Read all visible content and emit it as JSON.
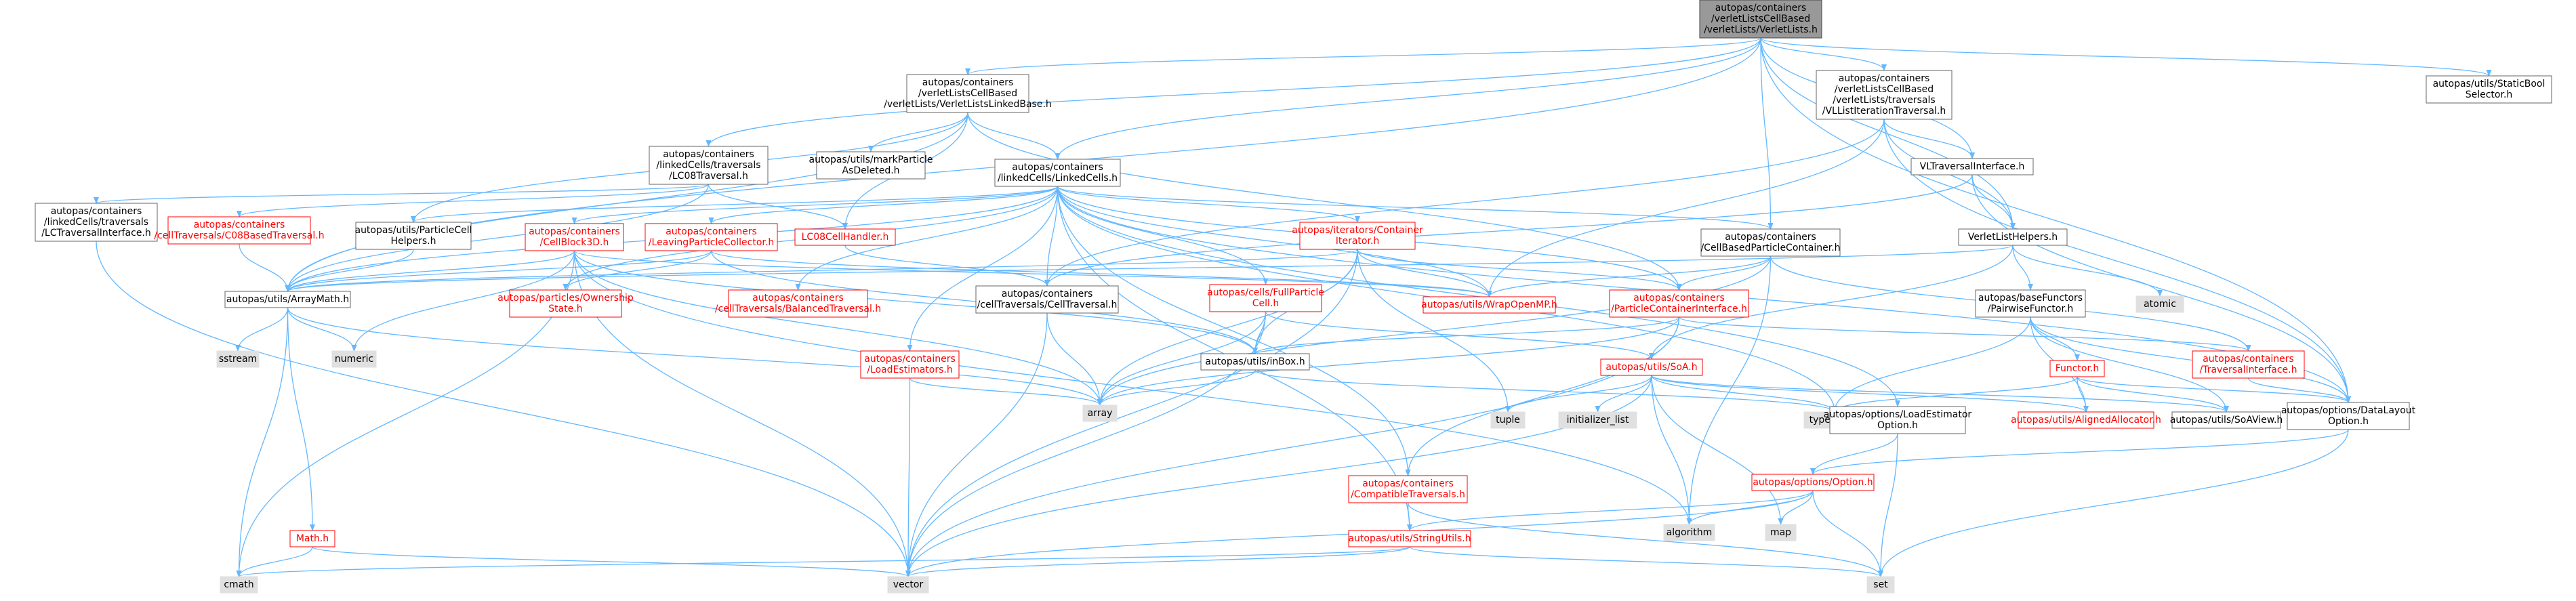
{
  "colors": {
    "edge": "#63b8ff",
    "border_normal": "#666666",
    "border_link": "#ff0000",
    "border_root": "#444444",
    "fill_normal": "#ffffff",
    "fill_root": "#999999",
    "fill_system": "#e0e0e0",
    "text_link": "#ff0000",
    "text_normal": "#000000"
  },
  "nodes": [
    {
      "id": "root",
      "kind": "root",
      "lines": [
        "autopas/containers",
        "/verletListsCellBased",
        "/verletLists/VerletLists.h"
      ]
    },
    {
      "id": "linkedbase",
      "kind": "normal",
      "lines": [
        "autopas/containers",
        "/verletListsCellBased",
        "/verletLists/VerletListsLinkedBase.h"
      ]
    },
    {
      "id": "vllistiter",
      "kind": "normal",
      "lines": [
        "autopas/containers",
        "/verletListsCellBased",
        "/verletLists/traversals",
        "/VLListIterationTraversal.h"
      ]
    },
    {
      "id": "staticbool",
      "kind": "normal",
      "lines": [
        "autopas/utils/StaticBool",
        "Selector.h"
      ]
    },
    {
      "id": "lc08trav",
      "kind": "normal",
      "lines": [
        "autopas/containers",
        "/linkedCells/traversals",
        "/LC08Traversal.h"
      ]
    },
    {
      "id": "markdel",
      "kind": "normal",
      "lines": [
        "autopas/utils/markParticle",
        "AsDeleted.h"
      ]
    },
    {
      "id": "linkedcells",
      "kind": "normal",
      "lines": [
        "autopas/containers",
        "/linkedCells/LinkedCells.h"
      ]
    },
    {
      "id": "vltravif",
      "kind": "normal",
      "lines": [
        "VLTraversalInterface.h"
      ]
    },
    {
      "id": "lctravif",
      "kind": "normal",
      "lines": [
        "autopas/containers",
        "/linkedCells/traversals",
        "/LCTraversalInterface.h"
      ]
    },
    {
      "id": "c08based",
      "kind": "link",
      "lines": [
        "autopas/containers",
        "/cellTraversals/C08BasedTraversal.h"
      ]
    },
    {
      "id": "pcellhelpers",
      "kind": "normal",
      "lines": [
        "autopas/utils/ParticleCell",
        "Helpers.h"
      ]
    },
    {
      "id": "cellblock3d",
      "kind": "link",
      "lines": [
        "autopas/containers",
        "/CellBlock3D.h"
      ]
    },
    {
      "id": "leaving",
      "kind": "link",
      "lines": [
        "autopas/containers",
        "/LeavingParticleCollector.h"
      ]
    },
    {
      "id": "lc08handler",
      "kind": "link",
      "lines": [
        "LC08CellHandler.h"
      ]
    },
    {
      "id": "contiter",
      "kind": "link",
      "lines": [
        "autopas/iterators/Container",
        "Iterator.h"
      ]
    },
    {
      "id": "cellbasedpc",
      "kind": "normal",
      "lines": [
        "autopas/containers",
        "/CellBasedParticleContainer.h"
      ]
    },
    {
      "id": "vlhelpers",
      "kind": "normal",
      "lines": [
        "VerletListHelpers.h"
      ]
    },
    {
      "id": "arraymath",
      "kind": "normal",
      "lines": [
        "autopas/utils/ArrayMath.h"
      ]
    },
    {
      "id": "ownership",
      "kind": "link",
      "lines": [
        "autopas/particles/Ownership",
        "State.h"
      ]
    },
    {
      "id": "balanced",
      "kind": "link",
      "lines": [
        "autopas/containers",
        "/cellTraversals/BalancedTraversal.h"
      ]
    },
    {
      "id": "celltrav",
      "kind": "normal",
      "lines": [
        "autopas/containers",
        "/cellTraversals/CellTraversal.h"
      ]
    },
    {
      "id": "fullcell",
      "kind": "link",
      "lines": [
        "autopas/cells/FullParticle",
        "Cell.h"
      ]
    },
    {
      "id": "wrapopenmp",
      "kind": "link",
      "lines": [
        "autopas/utils/WrapOpenMP.h"
      ]
    },
    {
      "id": "pcif",
      "kind": "link",
      "lines": [
        "autopas/containers",
        "/ParticleContainerInterface.h"
      ]
    },
    {
      "id": "atomic",
      "kind": "system",
      "lines": [
        "atomic"
      ]
    },
    {
      "id": "pairwise",
      "kind": "normal",
      "lines": [
        "autopas/baseFunctors",
        "/PairwiseFunctor.h"
      ]
    },
    {
      "id": "sstream",
      "kind": "system",
      "lines": [
        "sstream"
      ]
    },
    {
      "id": "numeric",
      "kind": "system",
      "lines": [
        "numeric"
      ]
    },
    {
      "id": "inbox",
      "kind": "normal",
      "lines": [
        "autopas/utils/inBox.h"
      ]
    },
    {
      "id": "loadest",
      "kind": "link",
      "lines": [
        "autopas/containers",
        "/LoadEstimators.h"
      ]
    },
    {
      "id": "soah",
      "kind": "link",
      "lines": [
        "autopas/utils/SoA.h"
      ]
    },
    {
      "id": "functor",
      "kind": "link",
      "lines": [
        "Functor.h"
      ]
    },
    {
      "id": "travif",
      "kind": "link",
      "lines": [
        "autopas/containers",
        "/TraversalInterface.h"
      ]
    },
    {
      "id": "array",
      "kind": "system",
      "lines": [
        "array"
      ]
    },
    {
      "id": "tuple",
      "kind": "system",
      "lines": [
        "tuple"
      ]
    },
    {
      "id": "initlist",
      "kind": "system",
      "lines": [
        "initializer_list"
      ]
    },
    {
      "id": "typetraits",
      "kind": "system",
      "lines": [
        "type_traits"
      ]
    },
    {
      "id": "loadestopt",
      "kind": "normal",
      "lines": [
        "autopas/options/LoadEstimator",
        "Option.h"
      ]
    },
    {
      "id": "alignedalloc",
      "kind": "link",
      "lines": [
        "autopas/utils/AlignedAllocator.h"
      ]
    },
    {
      "id": "soaview",
      "kind": "normal",
      "lines": [
        "autopas/utils/SoAView.h"
      ]
    },
    {
      "id": "datalayout",
      "kind": "normal",
      "lines": [
        "autopas/options/DataLayout",
        "Option.h"
      ]
    },
    {
      "id": "mathh",
      "kind": "link",
      "lines": [
        "Math.h"
      ]
    },
    {
      "id": "compat",
      "kind": "link",
      "lines": [
        "autopas/containers",
        "/CompatibleTraversals.h"
      ]
    },
    {
      "id": "optionh",
      "kind": "link",
      "lines": [
        "autopas/options/Option.h"
      ]
    },
    {
      "id": "algorithm",
      "kind": "system",
      "lines": [
        "algorithm"
      ]
    },
    {
      "id": "map",
      "kind": "system",
      "lines": [
        "map"
      ]
    },
    {
      "id": "stringutils",
      "kind": "link",
      "lines": [
        "autopas/utils/StringUtils.h"
      ]
    },
    {
      "id": "cmath",
      "kind": "system",
      "lines": [
        "cmath"
      ]
    },
    {
      "id": "vector",
      "kind": "system",
      "lines": [
        "vector"
      ]
    },
    {
      "id": "set",
      "kind": "system",
      "lines": [
        "set"
      ]
    }
  ]
}
